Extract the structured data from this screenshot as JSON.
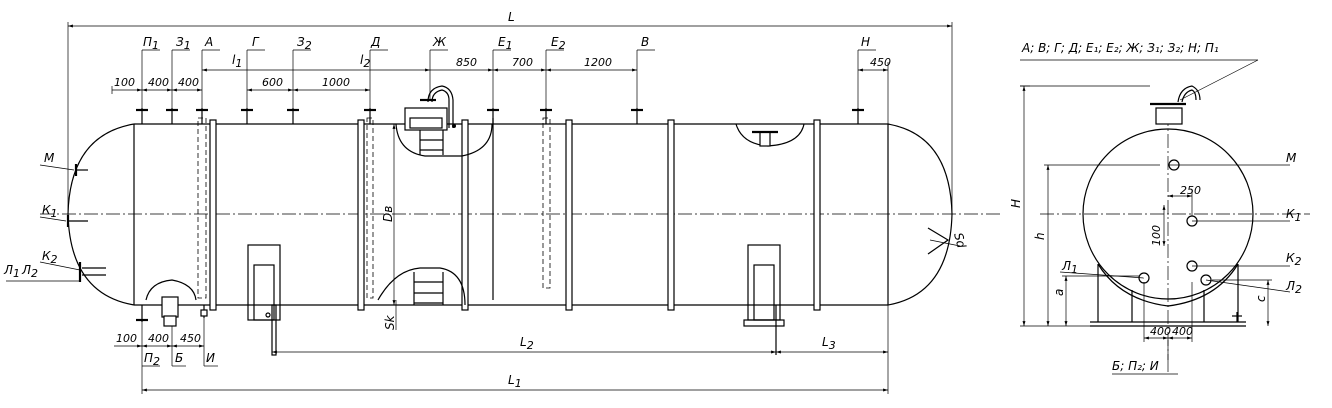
{
  "main_view": {
    "overall_length_label": "L",
    "flange_length_label": "L",
    "flange_length_sub": "1",
    "support_spacing_label": "L",
    "support_spacing_sub": "2",
    "support_end_label": "L",
    "support_end_sub": "3",
    "nozzle_length_1_label": "l",
    "nozzle_length_1_sub": "1",
    "nozzle_length_2_label": "l",
    "nozzle_length_2_sub": "2",
    "inner_diameter_label": "Dв",
    "wall_thickness_label": "Sk",
    "head_thickness_label": "Sd",
    "top_nozzles": [
      {
        "label": "П",
        "sub": "1"
      },
      {
        "label": "З",
        "sub": "1"
      },
      {
        "label": "А",
        "sub": ""
      },
      {
        "label": "Г",
        "sub": ""
      },
      {
        "label": "З",
        "sub": "2"
      },
      {
        "label": "Д",
        "sub": ""
      },
      {
        "label": "Ж",
        "sub": ""
      },
      {
        "label": "Е",
        "sub": "1"
      },
      {
        "label": "Е",
        "sub": "2"
      },
      {
        "label": "В",
        "sub": ""
      },
      {
        "label": "Н",
        "sub": ""
      }
    ],
    "top_dimensions": [
      "100",
      "400",
      "400",
      "600",
      "1000",
      "850",
      "700",
      "1200",
      "450"
    ],
    "left_nozzles": [
      {
        "label": "М",
        "sub": ""
      },
      {
        "label": "К",
        "sub": "1"
      },
      {
        "label": "К",
        "sub": "2"
      },
      {
        "label": "Л",
        "sub": "1"
      },
      {
        "label": "Л",
        "sub": "2"
      }
    ],
    "bottom_nozzles": [
      {
        "label": "П",
        "sub": "2"
      },
      {
        "label": "Б",
        "sub": ""
      },
      {
        "label": "И",
        "sub": ""
      }
    ],
    "bottom_dimensions": [
      "100",
      "400",
      "450"
    ]
  },
  "side_view": {
    "top_callout": "А; В; Г; Д; Е₁; Е₂; Ж; З₁; З₂; Н; П₁",
    "bottom_callout": "Б; П₂; И",
    "height_total_label": "H",
    "height_axis_label": "h",
    "height_a_label": "a",
    "height_c_label": "c",
    "dim_250": "250",
    "dim_100": "100",
    "dim_400_left": "400",
    "dim_400_right": "400",
    "labels": [
      {
        "label": "М",
        "sub": ""
      },
      {
        "label": "К",
        "sub": "1"
      },
      {
        "label": "К",
        "sub": "2"
      },
      {
        "label": "Л",
        "sub": "1"
      },
      {
        "label": "Л",
        "sub": "2"
      }
    ]
  }
}
